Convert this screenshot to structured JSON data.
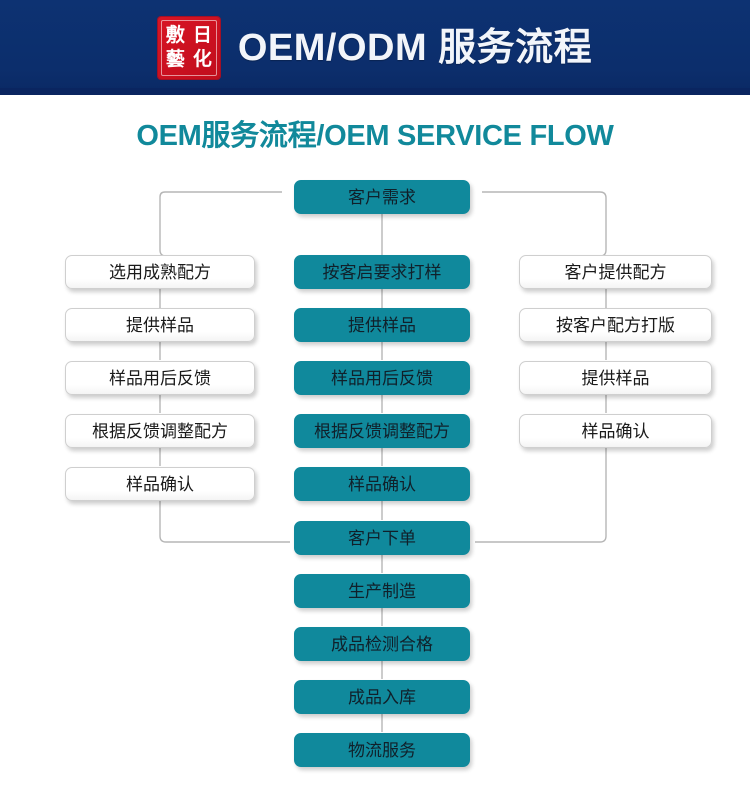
{
  "header": {
    "title": "OEM/ODM 服务流程",
    "logo": {
      "name": "rikou-seal-logo",
      "chars_left": [
        "敷",
        "藝"
      ],
      "chars_right": [
        "日",
        "化"
      ]
    }
  },
  "subtitle": "OEM服务流程/OEM SERVICE FLOW",
  "colors": {
    "header_blue": "#0d3070",
    "teal": "#10899c",
    "subtitle_teal": "#11899b",
    "seal_red": "#cf1020",
    "box_white": "#ffffff",
    "line_gray": "#b4b4b4"
  },
  "flow": {
    "start": {
      "label": "客户需求"
    },
    "left_branch": {
      "name": "mature-formula-branch",
      "steps": [
        {
          "label": "选用成熟配方"
        },
        {
          "label": "提供样品"
        },
        {
          "label": "样品用后反馈"
        },
        {
          "label": "根据反馈调整配方"
        },
        {
          "label": "样品确认"
        }
      ]
    },
    "center_branch": {
      "name": "custom-sampling-branch",
      "steps": [
        {
          "label": "按客启要求打样"
        },
        {
          "label": "提供样品"
        },
        {
          "label": "样品用后反馈"
        },
        {
          "label": "根据反馈调整配方"
        },
        {
          "label": "样品确认"
        }
      ]
    },
    "right_branch": {
      "name": "customer-formula-branch",
      "steps": [
        {
          "label": "客户提供配方"
        },
        {
          "label": "按客户配方打版"
        },
        {
          "label": "提供样品"
        },
        {
          "label": "样品确认"
        }
      ]
    },
    "production": {
      "name": "production-chain",
      "steps": [
        {
          "label": "客户下单"
        },
        {
          "label": "生产制造"
        },
        {
          "label": "成品检测合格"
        },
        {
          "label": "成品入库"
        },
        {
          "label": "物流服务"
        }
      ]
    }
  }
}
